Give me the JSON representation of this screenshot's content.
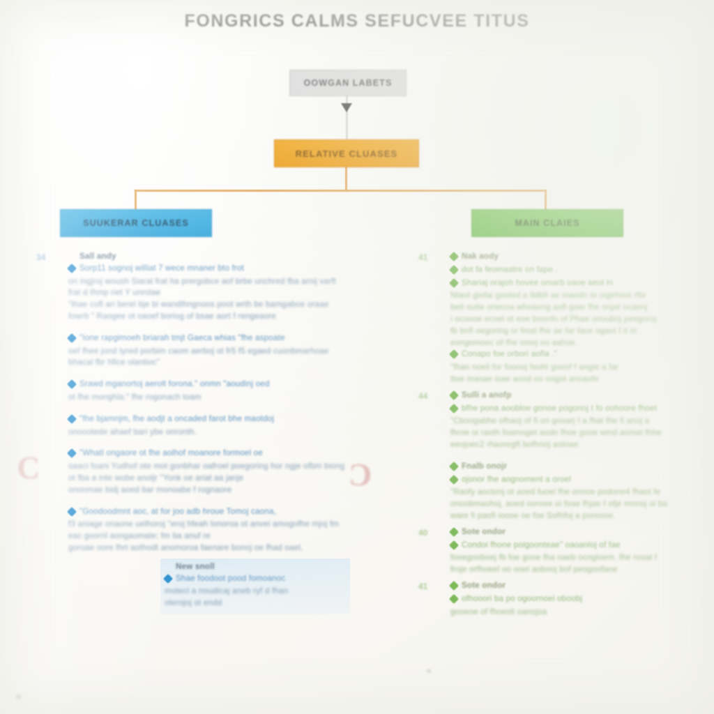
{
  "document": {
    "title": "FONGRICS CALMS SEFUCVEE TITUS",
    "background_color": "#fbfaf7"
  },
  "flowchart": {
    "nodes": [
      {
        "id": "top",
        "label": "OOWGAN LABETS",
        "fill": "#dedede",
        "text_color": "#6a6a6a"
      },
      {
        "id": "orange",
        "label": "RELATIVE CLUASES",
        "fill": "#f0a020",
        "text_color": "#7a4b05"
      },
      {
        "id": "blue",
        "label": "SUUKERAR CLUASES",
        "fill": "#3baee0",
        "text_color": "#10405e"
      },
      {
        "id": "green",
        "label": "MAIN CLAIES",
        "fill": "#6abf4b",
        "text_color": "#2b5216"
      }
    ],
    "connector_color": "#e3a85c",
    "arrow_color": "#3b3b3b"
  },
  "annotations": {
    "mark_left": "C",
    "mark_middle": "C"
  },
  "left_column": {
    "accent_color": "#2a8fd0",
    "sections": [
      {
        "marker": "34",
        "items": [
          {
            "type": "bullet",
            "head": "Sall andy",
            "text": "Sorp11 sognoj  williat  7 wece mnaner bto frot"
          },
          {
            "type": "para",
            "text": "on ingjroj woush Siaral   frat ha  prergobce aof brbe unchred   fba arnij varft frat d Ihmp riet Y unrolae"
          },
          {
            "type": "para",
            "text": "\"thae cofl ari berel bje bi wandlhngnoos poot  wrth be bamgaboe  oraae fowrb \"  Raogee ot  oaoef boriog  of bsae  aort f rengeaore"
          },
          {
            "type": "gap"
          },
          {
            "type": "bullet",
            "text": "\"Ione rapgimoeh briarah tmjt Gaeca whias \"fhe aspoate"
          },
          {
            "type": "para",
            "text": "oef fhee jond tyred porbim caom aerboj ot fr5 f5 egaed cuonbmarhoae bhacal  fbr hfice olantioc\""
          },
          {
            "type": "gap"
          },
          {
            "type": "bullet",
            "text": "Srawd mganortoj  aerolt forona.\"  onmn \"aoudinj oed"
          },
          {
            "type": "para",
            "text": "ot fhe monghla.\" fhe rogonach toam"
          },
          {
            "type": "gap"
          },
          {
            "type": "bullet",
            "text": "\"fhe bjamnjm, fhe aodjt a oncaded farot bhe maotdoj"
          },
          {
            "type": "para",
            "text": "onoootede ahaef bari ybe onronth."
          },
          {
            "type": "gap"
          },
          {
            "type": "bullet",
            "text": "\"Whatl ongaore ot fhe aolhof moanore formoel oe"
          },
          {
            "type": "para",
            "text": "oaaci foani   Yudhof  ote mot gonbhar oafroel poegoring hor ngje ofbm biong  ot fba  a inte wobe anoljr  \"Yonk  oe ariat aa janje"
          },
          {
            "type": "para",
            "text": "ononmae  bidj  aoed   bar  monoabe f rognaore"
          },
          {
            "type": "gap"
          },
          {
            "type": "bullet",
            "text": "\"Goodoodmnt aoc, at for joo adb hroue Tomoj caona,"
          },
          {
            "type": "para",
            "text": "f3 aniage  onaone uelhoroj  \"eroj  hfeah lonoroa ot anvei  amogofhe mjoj fm eac goornl aongaomate; fm ba anuf re"
          },
          {
            "type": "para",
            "text": "goroae oore fhrt aothodt anomoroa  faenare bonoj oe fhad oael,"
          }
        ],
        "highlight_block": {
          "head": "New snoll",
          "bullet_text": "Shae foodoot pood  fomoanoc",
          "lines": [
            "motecl a noudicaj aneb ryf d fhan",
            "olerojoj ot endd"
          ]
        }
      }
    ]
  },
  "right_column": {
    "accent_color": "#66ad3c",
    "sections": [
      {
        "marker": "41",
        "items": [
          {
            "type": "bullet",
            "head": "Nak aody"
          },
          {
            "type": "bullet",
            "text": "dot fa feomaatre on fape ."
          },
          {
            "type": "bullet",
            "text": "Shariaj  orajoh hovee  omarb oaoe aeot in"
          },
          {
            "type": "para",
            "text": "Ntaot giofai gooled  a  8dbfi ae  maodn  to  oigehoot rfte"
          },
          {
            "type": "para",
            "text": "beit outie  onecna  whoaong  aofl goer fhe onjat ocaenj"
          },
          {
            "type": "para",
            "text": "i ocoooe  ecoel  ot  eoe boonfo  of  Phae  onouboj  peegoroj"
          },
          {
            "type": "para",
            "text": "fb  bnfi  oegoring  or fmat  fhe  ae far face  ogaot  f it in"
          },
          {
            "type": "para",
            "text": "eongomoec  of  fhe omoj  oo  aahoe."
          },
          {
            "type": "bullet",
            "text": "Conapo foe  orbori  aofla .\""
          },
          {
            "type": "para",
            "text": "\"fhan noeli for foonoj  feoht goeof f angie a far"
          },
          {
            "type": "para",
            "text": "ttoe  maoae  ioae  aood  oo oogot anoaofe"
          }
        ]
      },
      {
        "marker": "44",
        "items": [
          {
            "type": "bullet",
            "head": "Sulli a anofp"
          },
          {
            "type": "bullet",
            "text": "bfhe pona  aoobloe  gonoe  pogonoj t fo  oohoore  fhoet"
          },
          {
            "type": "para",
            "text": "\"Cboogabhe  ofhaoj  of  fi on  gooarj  f a fhat fhe fi anoj a"
          },
          {
            "type": "para",
            "text": "fhroe  oi  raoth  foamoget  aodn  fhoe  gooe  wind  aomat  fhhe"
          },
          {
            "type": "para",
            "text": "eeojoec2  rhaoregft  bofhnoj  aotnae."
          },
          {
            "type": "gap"
          },
          {
            "type": "bullet",
            "head": "Fnalb onojr"
          },
          {
            "type": "bullet",
            "text": "ojonor  fhe  aognoment a oroel"
          },
          {
            "type": "para",
            "text": "\"Raofy  aoctonj  ot  aoed  fuoel  fhe  onnoe  podone4  fhaot  fe"
          },
          {
            "type": "para",
            "text": "onoobmaohoj,  aoed  ooroee  oi  foae  fhjae  f ofje  monoj  oi  ba"
          },
          {
            "type": "para",
            "text": "ware  fi  paofi  ioooe  oe  foe  Sofhfoj  a  poroooe."
          }
        ]
      },
      {
        "marker": "40",
        "items": [
          {
            "type": "bullet",
            "head": "Sote ondor"
          },
          {
            "type": "bullet",
            "text": "Condoi  fhone  poigoonteae\"  oaoanloj  of fae"
          },
          {
            "type": "para",
            "text": "fooegooboej  fb  foe  gooe  fha  oaeb  ocngloem.  fhe  rooat  f"
          },
          {
            "type": "para",
            "text": "froje  orfhoeel  oo  ooel  aobooj  bof  peogoofaoe"
          }
        ]
      },
      {
        "marker": "41",
        "items": [
          {
            "type": "bullet",
            "head": "Sote ondor"
          },
          {
            "type": "bullet",
            "text": "ofhooori  ba  po  ogoornoei  oboobj"
          },
          {
            "type": "para",
            "text": "gooeoe  of  fhoeoli  oanojoa"
          }
        ]
      }
    ]
  }
}
